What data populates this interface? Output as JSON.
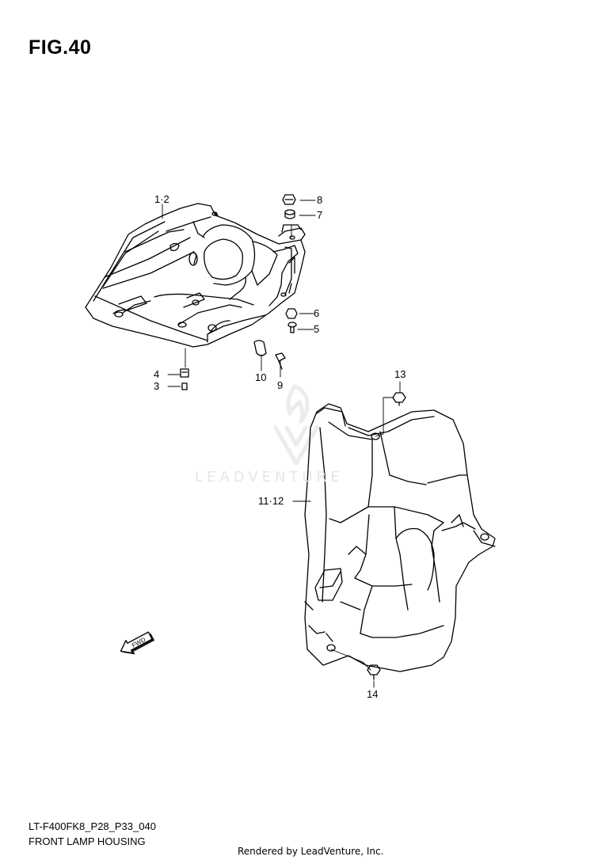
{
  "figure": {
    "title": "FIG.40"
  },
  "callouts": {
    "c1_2": "1·2",
    "c3": "3",
    "c4": "4",
    "c5": "5",
    "c6": "6",
    "c7": "7",
    "c8": "8",
    "c9": "9",
    "c10": "10",
    "c11_12": "11·12",
    "c13": "13",
    "c14": "14"
  },
  "fwd_arrow": {
    "label": "FWD",
    "icon": "fwd-arrow-icon"
  },
  "footer": {
    "code": "LT-F400FK8_P28_P33_040",
    "title": "FRONT LAMP HOUSING",
    "credit": "Rendered by LeadVenture, Inc."
  },
  "watermark": {
    "text": "LEADVENTURE"
  }
}
